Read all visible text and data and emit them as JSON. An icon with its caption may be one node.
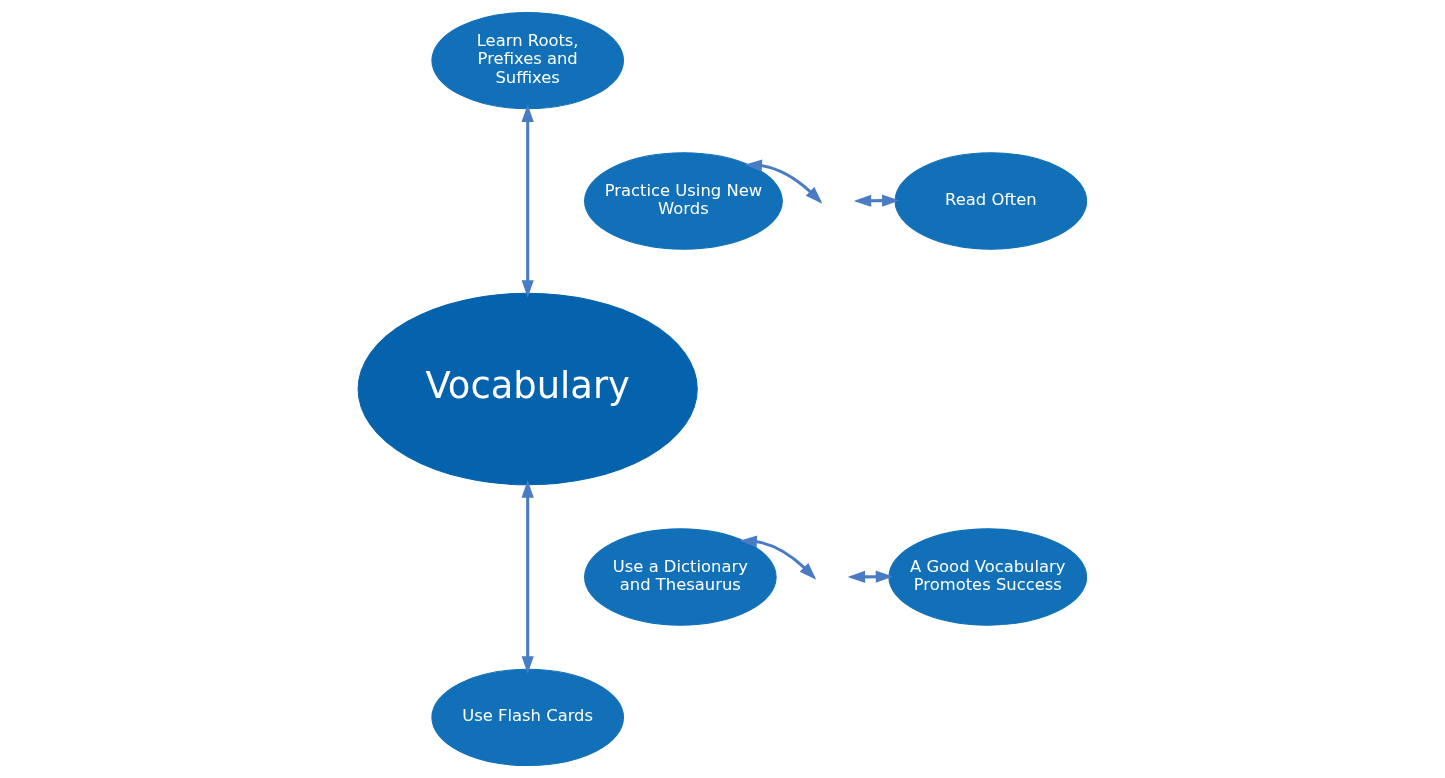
{
  "diagram": {
    "nodes": [
      {
        "text": [
          "Learn Roots, Prefixes and Suffixes"
        ]
      },
      {
        "text": [
          "Practice Using New Words"
        ]
      },
      {
        "text": [
          "Read Often"
        ]
      },
      {
        "text": [
          "Vocabulary"
        ]
      },
      {
        "text": [
          "Use a Dictionary and Thesaurus"
        ]
      },
      {
        "text": [
          "A Good Vocabulary Promotes Success"
        ]
      },
      {
        "text": [
          "Use Flash Cards"
        ]
      }
    ],
    "edges": [
      {
        "from": 1,
        "to": null,
        "arrow": "both"
      },
      {
        "from": 0,
        "to": 3,
        "arrow": "both"
      },
      {
        "from": 2,
        "to": null,
        "arrow": "both"
      },
      {
        "from": 4,
        "to": null,
        "arrow": "both"
      },
      {
        "from": 3,
        "to": 6,
        "arrow": "both"
      },
      {
        "from": 5,
        "to": null,
        "arrow": "both"
      }
    ]
  }
}
